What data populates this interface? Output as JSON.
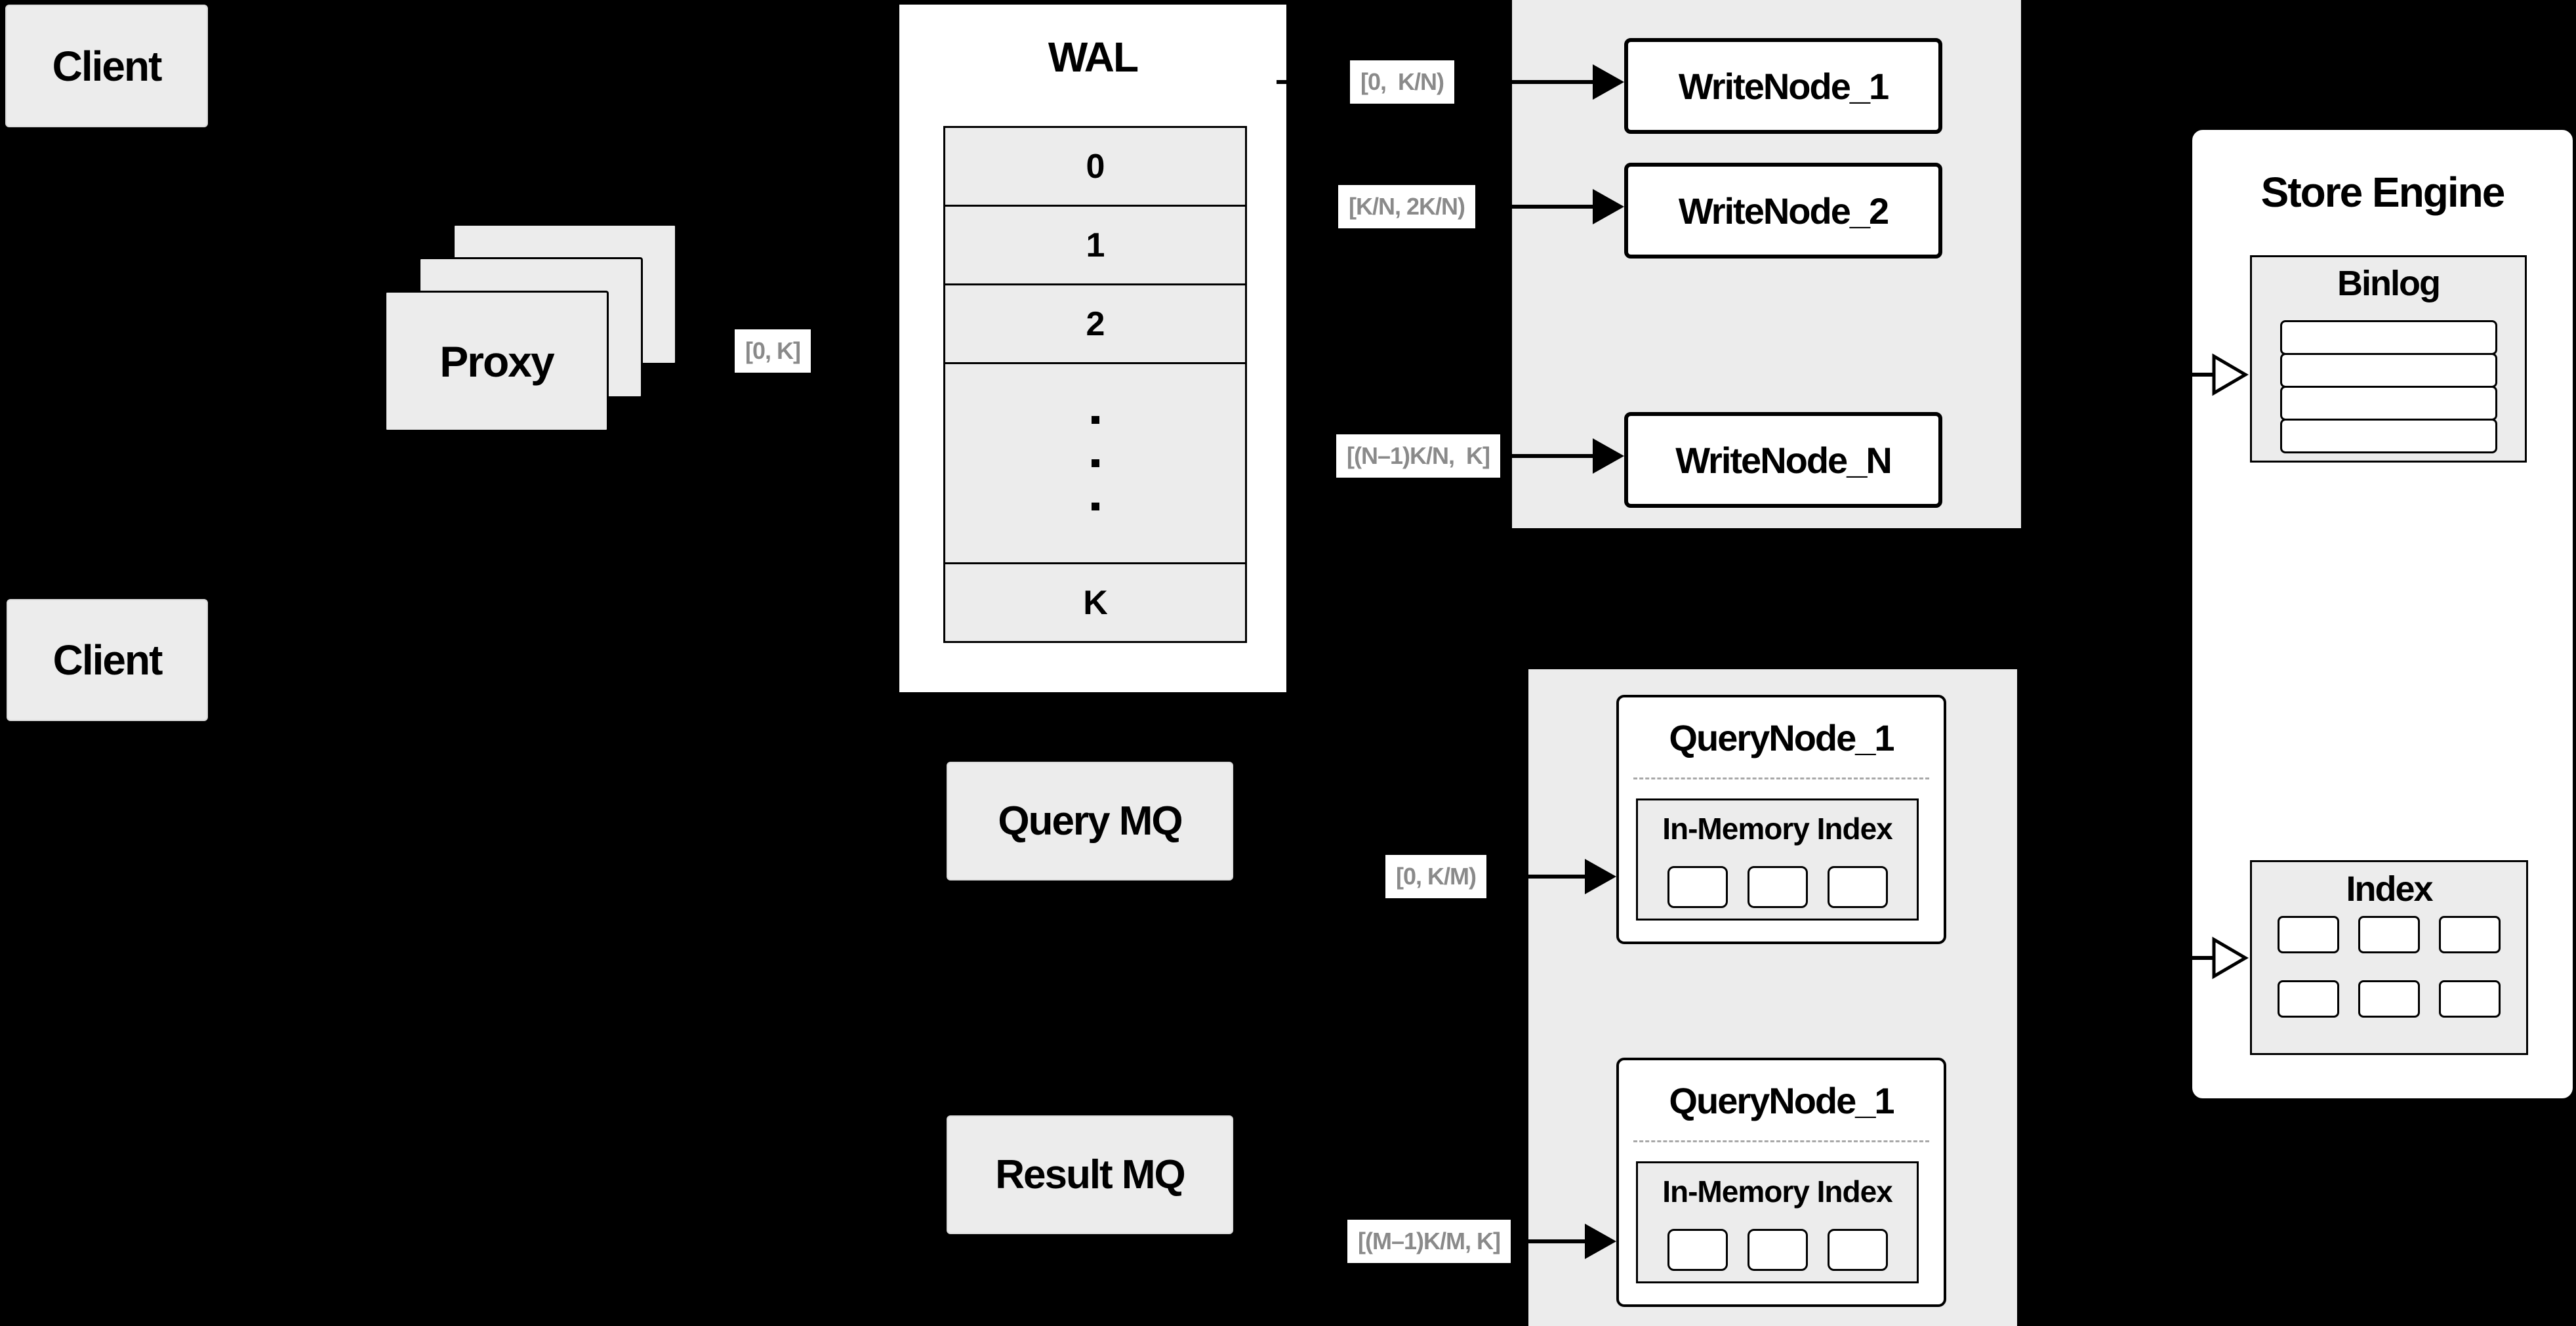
{
  "diagram": {
    "client_top": {
      "label": "Client"
    },
    "client_bottom": {
      "label": "Client"
    },
    "proxy": {
      "label": "Proxy"
    },
    "wal": {
      "title": "WAL",
      "seg0": "0",
      "seg1": "1",
      "seg2": "2",
      "segk": "K"
    },
    "write_group": {
      "node1": "WriteNode_1",
      "node2": "WriteNode_2",
      "noden": "WriteNode_N"
    },
    "query_group": {
      "node_top": {
        "title": "QueryNode_1",
        "inner": "In-Memory Index"
      },
      "node_bottom": {
        "title": "QueryNode_1",
        "inner": "In-Memory Index"
      }
    },
    "mq": {
      "query": "Query MQ",
      "result": "Result MQ"
    },
    "store": {
      "title": "Store Engine",
      "binlog": "Binlog",
      "index": "Index"
    },
    "ranges": {
      "proxy_out": "[0, K]",
      "write_1": "[0,  K/N)",
      "write_2": "[K/N, 2K/N)",
      "write_n": "[(N–1)K/N,  K]",
      "query_1": "[0, K/M)",
      "query_m": "[(M–1)K/M, K]"
    },
    "colors": {
      "background": "#000000",
      "panel": "#ececec",
      "box": "#ffffff",
      "line": "#000000",
      "label_text": "#8a8a8a"
    }
  }
}
